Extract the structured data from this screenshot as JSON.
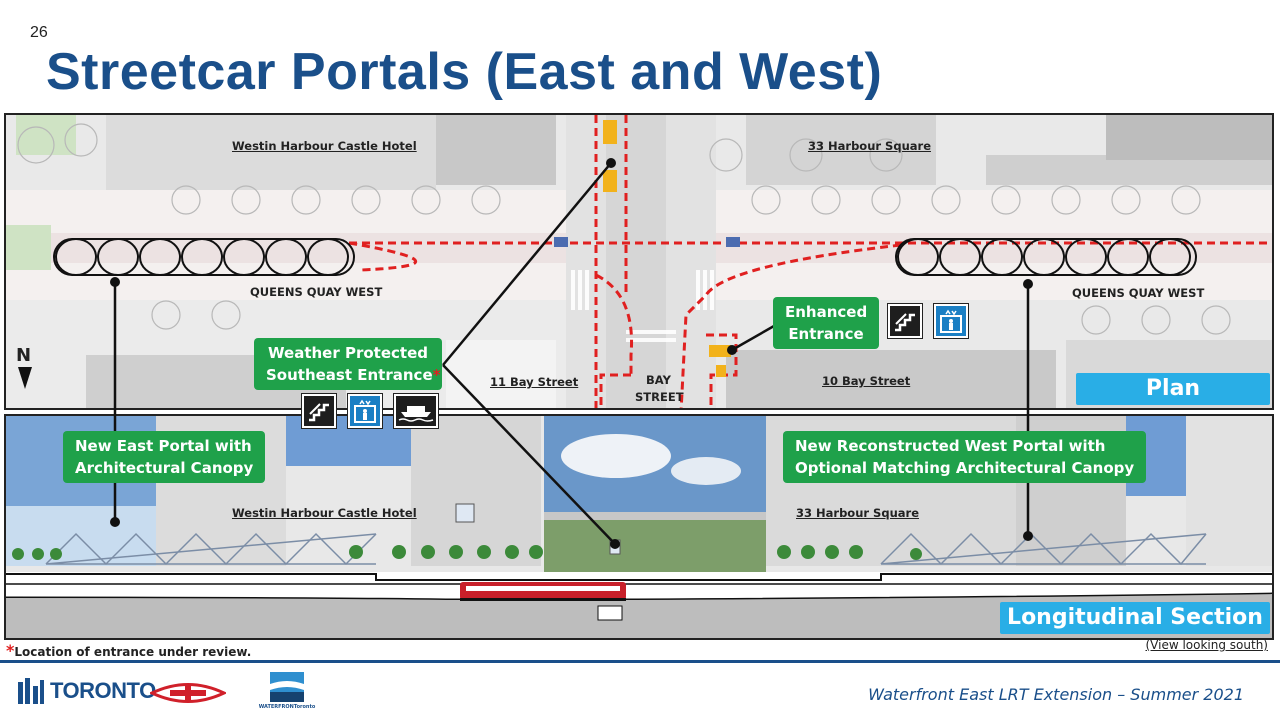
{
  "slide_number": "26",
  "title": "Streetcar Portals (East and West)",
  "plan": {
    "tag": "Plan",
    "labels": {
      "westin_hotel": "Westin Harbour Castle Hotel",
      "harbour_square": "33 Harbour Square",
      "queens_quay_left": "QUEENS QUAY WEST",
      "queens_quay_right": "QUEENS QUAY WEST",
      "bay_street_11": "11 Bay Street",
      "bay_street_10": "10 Bay Street",
      "bay_street_road_1": "BAY",
      "bay_street_road_2": "STREET",
      "north": "N"
    }
  },
  "section": {
    "tag": "Longitudinal Section",
    "labels": {
      "westin_hotel": "Westin Harbour Castle Hotel",
      "harbour_square": "33 Harbour Square"
    }
  },
  "callouts": {
    "southeast_entrance_line1": "Weather Protected",
    "southeast_entrance_line2": "Southeast Entrance",
    "southeast_entrance_mark": "*",
    "enhanced_entrance_line1": "Enhanced",
    "enhanced_entrance_line2": "Entrance",
    "east_portal_line1": "New East Portal with",
    "east_portal_line2": "Architectural Canopy",
    "west_portal_line1": "New Reconstructed West Portal with",
    "west_portal_line2": "Optional Matching Architectural Canopy"
  },
  "icons": [
    "stairs-icon",
    "elevator-icon",
    "ferry-icon"
  ],
  "footnote": {
    "mark": "*",
    "text": "Location of entrance under review."
  },
  "view_note": "(View looking south)",
  "footer": {
    "project": "Waterfront East LRT Extension – Summer 2021",
    "logo_toronto": "TORONTO",
    "logo_waterfront": "WATERFRONToronto"
  },
  "colors": {
    "title_blue": "#1a4f8a",
    "callout_green": "#1fa14a",
    "tag_blue": "#29aee6",
    "path_red": "#e02020",
    "streetcar_red": "#c8202a"
  }
}
